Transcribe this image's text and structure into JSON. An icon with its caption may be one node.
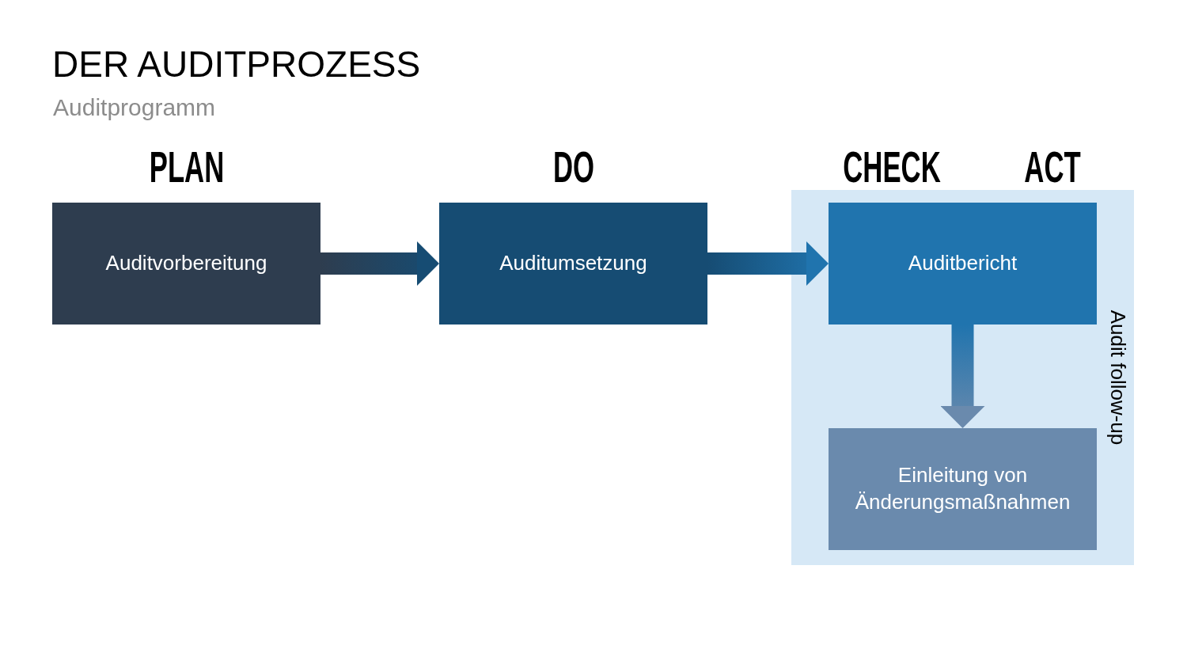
{
  "diagram": {
    "title": "DER AUDITPROZESS",
    "nodes": [
      {
        "text": [
          "PLAN",
          "Auditvorbereitung"
        ]
      },
      {
        "text": [
          "DO",
          "Auditumsetzung"
        ]
      },
      {
        "text": [
          "CHECK",
          "ACT",
          "Audit follow-up"
        ]
      },
      {
        "text": [
          "Auditbericht"
        ],
        "in": 2
      },
      {
        "text": [
          "Einleitung von Änderungsmaßnahmen"
        ],
        "in": 2
      }
    ],
    "edges": [
      {
        "from": 0,
        "to": 1,
        "arrow": "to",
        "style": "thick"
      },
      {
        "from": 1,
        "to": 3,
        "arrow": "to",
        "style": "thick"
      },
      {
        "from": 3,
        "to": 4,
        "arrow": "to",
        "style": "thick"
      }
    ],
    "labels": [
      "Auditprogramm"
    ]
  }
}
